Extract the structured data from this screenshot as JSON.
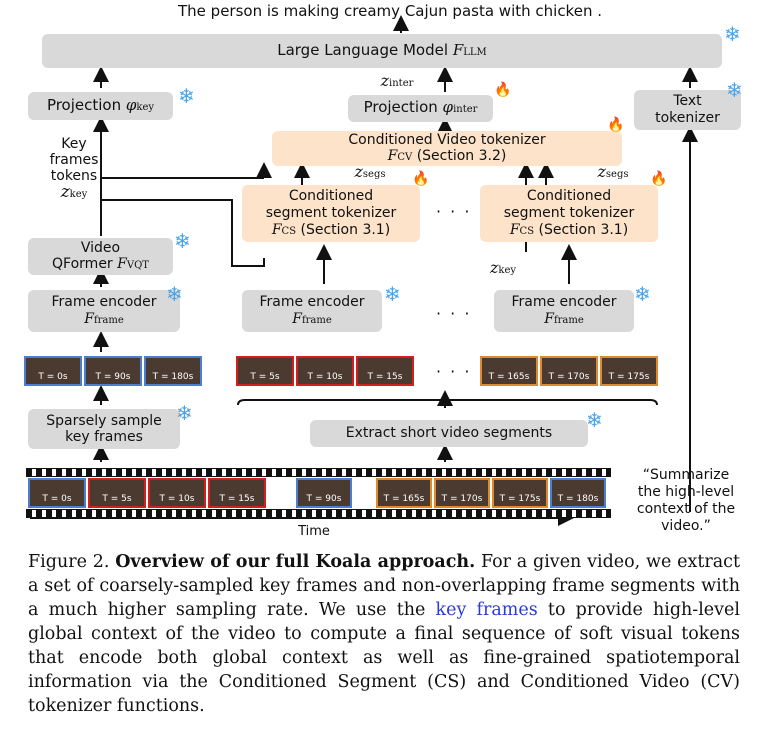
{
  "output_text": "The person is making creamy Cajun pasta with chicken .",
  "llm": {
    "label": "Large Language Model",
    "symbol": "F",
    "sub": "LLM"
  },
  "projection_key": {
    "label": "Projection",
    "symbol": "φ",
    "sub": "key"
  },
  "projection_inter": {
    "label": "Projection",
    "symbol": "φ",
    "sub": "inter"
  },
  "z_inter": {
    "symbol": "z",
    "sub": "inter"
  },
  "text_tokenizer": {
    "line1": "Text",
    "line2": "tokenizer"
  },
  "cv_tokenizer": {
    "line1": "Conditioned Video tokenizer",
    "symbol": "F",
    "sub": "CV",
    "section": "(Section 3.2)"
  },
  "key_tokens": {
    "line1": "Key",
    "line2": "frames",
    "line3": "tokens",
    "symbol": "z",
    "sub": "key"
  },
  "z_segs": {
    "symbol": "z",
    "sub": "segs"
  },
  "cs_tokenizer": {
    "line1": "Conditioned",
    "line2": "segment tokenizer",
    "symbol": "F",
    "sub": "CS",
    "section": "(Section 3.1)"
  },
  "z_key": {
    "symbol": "z",
    "sub": "key"
  },
  "video_qformer": {
    "line1": "Video",
    "line2": "QFormer",
    "symbol": "F",
    "sub": "VQT"
  },
  "frame_encoder": {
    "label": "Frame encoder",
    "symbol": "F",
    "sub": "frame"
  },
  "key_frames_strip": [
    "T = 0s",
    "T = 90s",
    "T = 180s"
  ],
  "seg1_strip": [
    "T = 5s",
    "T = 10s",
    "T = 15s"
  ],
  "seg2_strip": [
    "T = 165s",
    "T = 170s",
    "T = 175s"
  ],
  "sparse_sample": {
    "line1": "Sparsely sample",
    "line2": "key frames"
  },
  "extract_segments": "Extract short video segments",
  "timeline": [
    "T = 0s",
    "T = 5s",
    "T = 10s",
    "T = 15s",
    "T = 90s",
    "T = 165s",
    "T = 170s",
    "T = 175s",
    "T = 180s"
  ],
  "time_label": "Time",
  "prompt": {
    "line1": "“Summarize",
    "line2": "the high-level",
    "line3": "context of the",
    "line4": "video.”"
  },
  "ellipsis": "· · ·",
  "caption": {
    "fig": "Figure 2.",
    "title": "Overview of our full Koala approach.",
    "part1": "For a given video, we extract a set of coarsely-sampled key frames and non-overlapping frame segments with a much higher sampling rate. We use the",
    "link": "key frames",
    "part2": "to provide high-level global context of the video to compute a final sequence of soft visual tokens that encode both global context as well as fine-grained spatiotemporal information via the Conditioned Segment (CS) and Conditioned Video (CV) tokenizer functions."
  }
}
